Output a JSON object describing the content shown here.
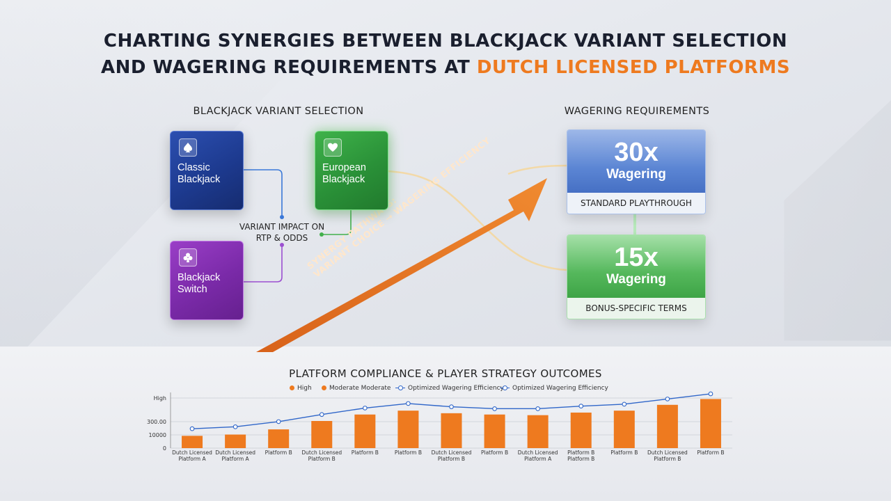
{
  "title": {
    "line1": "CHARTING SYNERGIES BETWEEN BLACKJACK VARIANT SELECTION",
    "line2_prefix": "AND WAGERING REQUIREMENTS AT ",
    "line2_accent": "DUTCH LICENSED PLATFORMS"
  },
  "colors": {
    "accent": "#ee7a1f",
    "blue_card": "#1d3a8f",
    "green_card": "#2a9138",
    "purple_card": "#7a2aa8",
    "line_series": "#2f66c9"
  },
  "variants": {
    "heading": "BLACKJACK VARIANT SELECTION",
    "cards": [
      {
        "label": "Classic Blackjack",
        "icon": "spade-icon"
      },
      {
        "label": "European Blackjack",
        "icon": "heart-icon"
      },
      {
        "label": "Blackjack Switch",
        "icon": "club-icon"
      }
    ],
    "impact_label": "VARIANT IMPACT ON RTP & ODDS"
  },
  "synergy": {
    "label_line1": "SYNERGY PATHWAYS:",
    "label_line2": "VARIANT CHOICE → WAGERING EFFICIENCY"
  },
  "wagering": {
    "heading": "WAGERING REQUIREMENTS",
    "boxes": [
      {
        "multiplier": "30x",
        "unit": "Wagering",
        "caption": "STANDARD PLAYTHROUGH"
      },
      {
        "multiplier": "15x",
        "unit": "Wagering",
        "caption": "BONUS-SPECIFIC TERMS"
      }
    ]
  },
  "chart_data": {
    "type": "bar",
    "title": "PLATFORM COMPLIANCE & PLAYER STRATEGY OUTCOMES",
    "legend": [
      {
        "label": "High",
        "kind": "bar"
      },
      {
        "label": "Moderate Moderate",
        "kind": "bar"
      },
      {
        "label": "Optimized Wagering Efficiency",
        "kind": "line"
      },
      {
        "label": "Optimized Wagering Efficiency",
        "kind": "line"
      }
    ],
    "y_ticks": [
      "0",
      "10000",
      "300.00",
      "High"
    ],
    "ylim": [
      0,
      42000
    ],
    "categories": [
      [
        "Dutch Licensed",
        "Platform A"
      ],
      [
        "Dutch Licensed",
        "Platform A"
      ],
      [
        "Platform B"
      ],
      [
        "Dutch Licensed",
        "Platform B"
      ],
      [
        "Platform B"
      ],
      [
        "Platform B"
      ],
      [
        "Dutch Licensed",
        "Platform B"
      ],
      [
        "Platform B"
      ],
      [
        "Dutch Licensed",
        "Platform A"
      ],
      [
        "Platform B",
        "Platform B"
      ],
      [
        "Platform B"
      ],
      [
        "Dutch Licensed",
        "Platform B"
      ],
      [
        "Platform B"
      ]
    ],
    "series": [
      {
        "kind": "bar",
        "values": [
          9500,
          10500,
          14500,
          21000,
          26000,
          29000,
          27000,
          26000,
          25500,
          27500,
          29000,
          33500,
          38000
        ]
      },
      {
        "kind": "line",
        "values": [
          15000,
          16500,
          20500,
          26000,
          31000,
          34500,
          32000,
          30500,
          30500,
          32500,
          34000,
          38000,
          42000
        ]
      }
    ]
  }
}
